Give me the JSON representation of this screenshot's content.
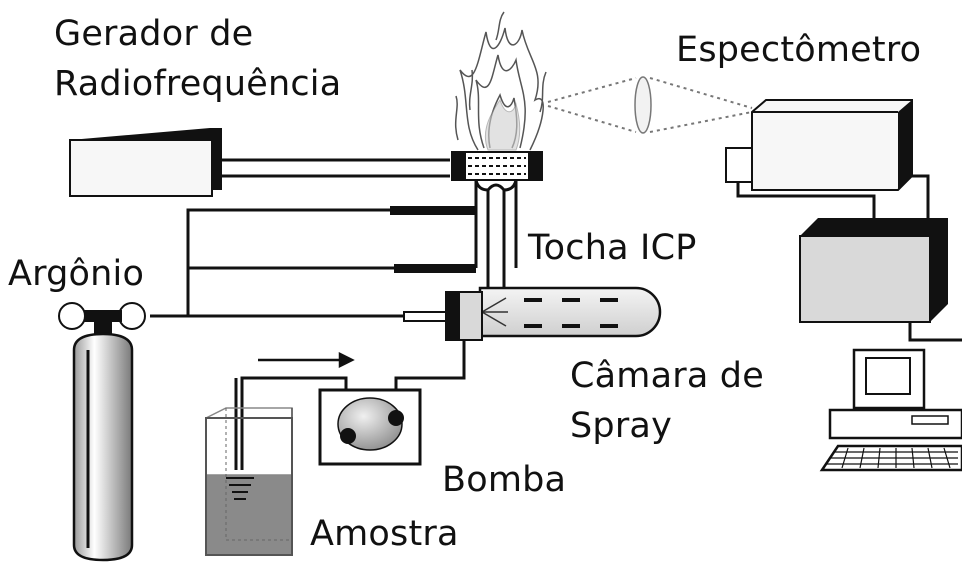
{
  "labels": {
    "generator_line1": "Gerador de",
    "generator_line2": "Radiofrequência",
    "spectrometer": "Espectômetro",
    "argon": "Argônio",
    "torch": "Tocha ICP",
    "chamber_line1": "Câmara de",
    "chamber_line2": "Spray",
    "pump": "Bomba",
    "sample": "Amostra"
  },
  "colors": {
    "line": "#111111",
    "component_fill": "#ececec",
    "liquid": "#8a8a8a",
    "background": "#ffffff"
  },
  "icons": [
    "flame-icon",
    "lens-icon",
    "argon-cylinder-icon",
    "computer-icon",
    "pump-icon",
    "sample-beaker-icon"
  ]
}
